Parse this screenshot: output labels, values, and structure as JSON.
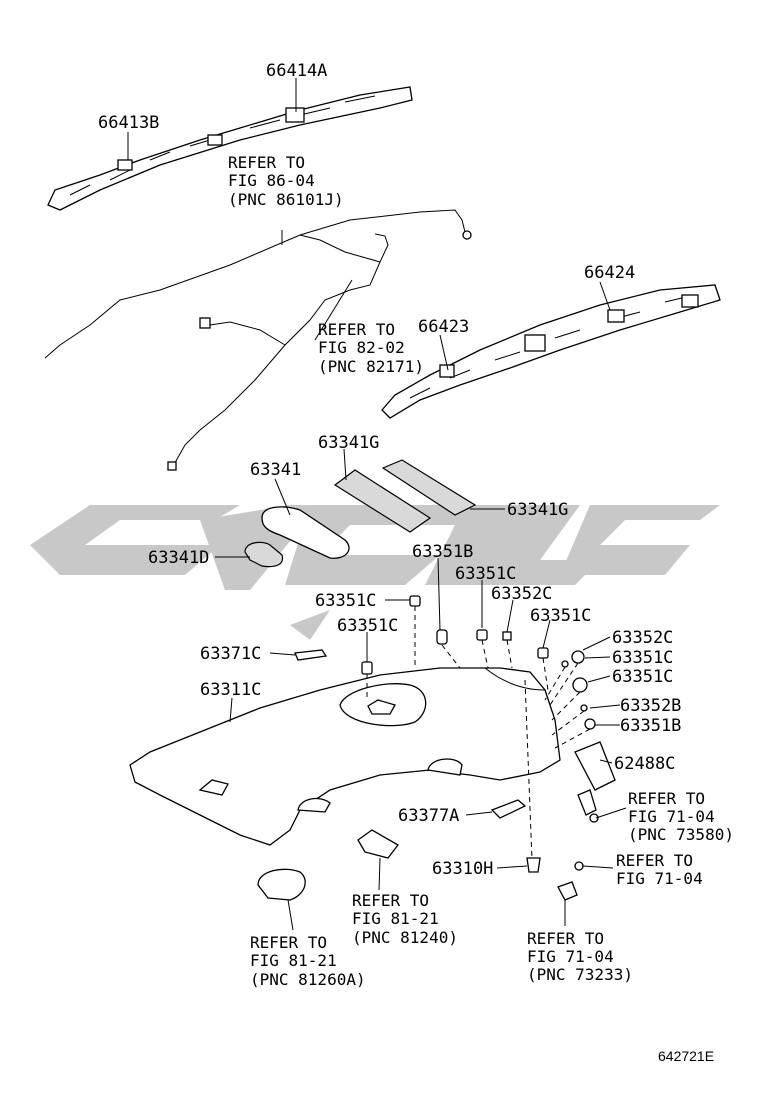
{
  "diagram_id": "642721E",
  "watermark_colors": {
    "shape": "#c8c8c8"
  },
  "labels": {
    "p66414A": "66414A",
    "p66413B": "66413B",
    "ref1": [
      "REFER TO",
      "FIG 86-04",
      "(PNC 86101J)"
    ],
    "p66424": "66424",
    "p66423": "66423",
    "ref2": [
      "REFER TO",
      "FIG 82-02",
      "(PNC 82171)"
    ],
    "p63341G_a": "63341G",
    "p63341": "63341",
    "p63341G_b": "63341G",
    "p63341D": "63341D",
    "p63351B_a": "63351B",
    "p63351C_a": "63351C",
    "p63352C_a": "63352C",
    "p63351C_b": "63351C",
    "p63351C_c": "63351C",
    "p63351C_d": "63351C",
    "p63352C_b": "63352C",
    "p63351C_e": "63351C",
    "p63371C": "63371C",
    "p63351C_f": "63351C",
    "p63311C": "63311C",
    "p63352B": "63352B",
    "p63351B_b": "63351B",
    "p62488C": "62488C",
    "ref3": [
      "REFER TO",
      "FIG 71-04",
      "(PNC 73580)"
    ],
    "p63377A": "63377A",
    "p63310H": "63310H",
    "ref4": [
      "REFER TO",
      "FIG 71-04"
    ],
    "ref5": [
      "REFER TO",
      "FIG 81-21",
      "(PNC 81240)"
    ],
    "ref6": [
      "REFER TO",
      "FIG 81-21",
      "(PNC 81260A)"
    ],
    "ref7": [
      "REFER TO",
      "FIG 71-04",
      "(PNC 73233)"
    ]
  }
}
